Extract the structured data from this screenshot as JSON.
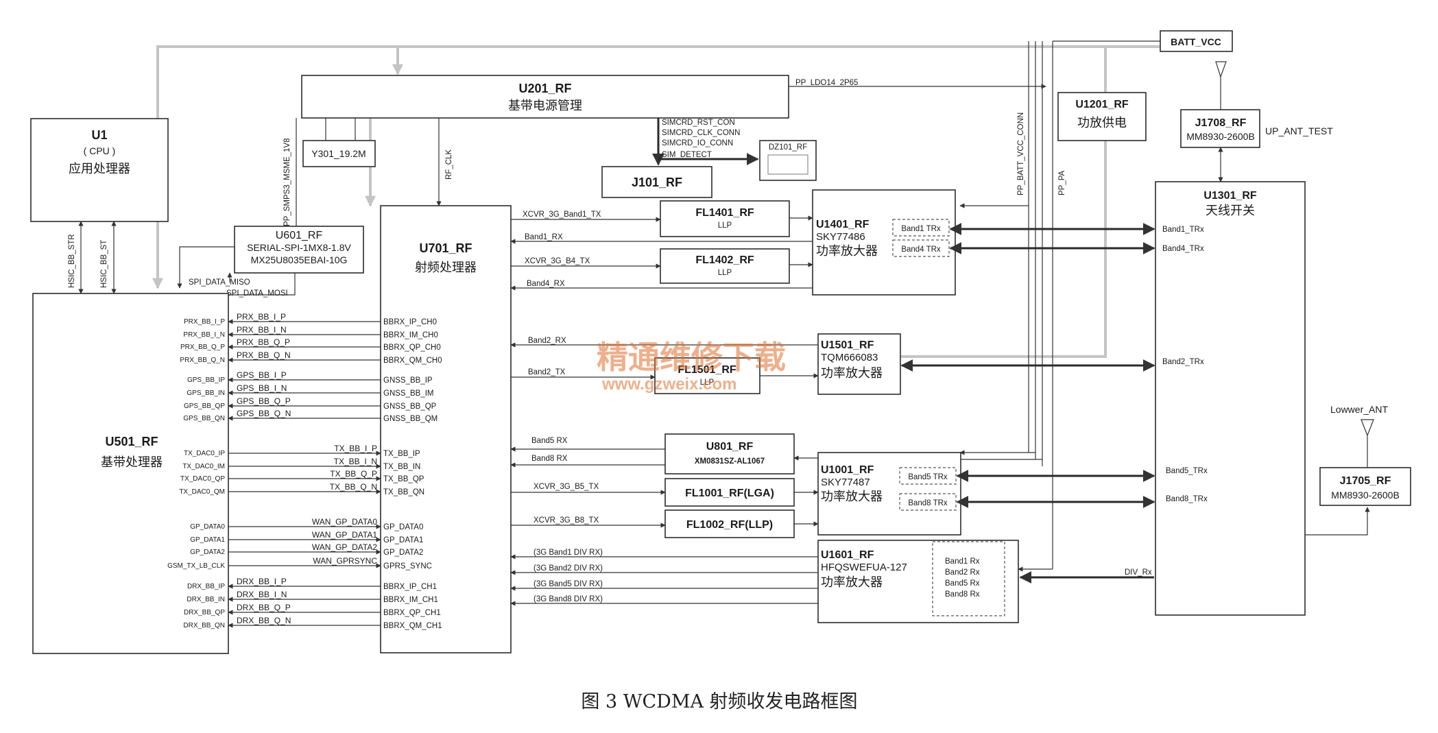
{
  "caption": "图 3   WCDMA 射频收发电路框图",
  "watermark": {
    "cn": "精通维修下载",
    "url": "www.gzweix.com"
  },
  "colors": {
    "line": "#333333",
    "power_rail": "#c4c4c4",
    "watermark": "#e07030"
  },
  "blocks": {
    "u1": {
      "id": "U1",
      "sub": "( CPU )",
      "desc": "应用处理器"
    },
    "u201": {
      "id": "U201_RF",
      "desc": "基带电源管理"
    },
    "y301": {
      "id": "Y301_19.2M"
    },
    "j101": {
      "id": "J101_RF"
    },
    "dz101": {
      "id": "DZ101_RF"
    },
    "u601": {
      "id": "U601_RF",
      "line1": "SERIAL-SPI-1MX8-1.8V",
      "line2": "MX25U8035EBAI-10G"
    },
    "u701": {
      "id": "U701_RF",
      "desc": "射频处理器"
    },
    "u501": {
      "id": "U501_RF",
      "desc": "基带处理器"
    },
    "fl1401": {
      "id": "FL1401_RF",
      "sub": "LLP"
    },
    "fl1402": {
      "id": "FL1402_RF",
      "sub": "LLP"
    },
    "u1401": {
      "id": "U1401_RF",
      "part": "SKY77486",
      "desc": "功率放大器",
      "trx": [
        "Band1 TRx",
        "Band4 TRx"
      ]
    },
    "u1501": {
      "id": "U1501_RF",
      "part": "TQM666083",
      "desc": "功率放大器"
    },
    "fl1501": {
      "id": "FL1501_RF",
      "sub": "LLP"
    },
    "u801": {
      "id": "U801_RF",
      "part": "XM0831SZ-AL1067"
    },
    "fl1001": {
      "id": "FL1001_RF(LGA)"
    },
    "fl1002": {
      "id": "FL1002_RF(LLP)"
    },
    "u1001": {
      "id": "U1001_RF",
      "part": "SKY77487",
      "desc": "功率放大器",
      "trx": [
        "Band5 TRx",
        "Band8 TRx"
      ]
    },
    "u1601": {
      "id": "U1601_RF",
      "part": "HFQSWEFUA-127",
      "desc": "功率放大器",
      "rx": [
        "Band1 Rx",
        "Band2 Rx",
        "Band5 Rx",
        "Band8 Rx"
      ]
    },
    "u1201": {
      "id": "U1201_RF",
      "desc": "功放供电"
    },
    "batt": {
      "id": "BATT_VCC"
    },
    "j1708": {
      "id": "J1708_RF",
      "part": "MM8930-2600B"
    },
    "u1301": {
      "id": "U1301_RF",
      "desc": "天线开关"
    },
    "j1705": {
      "id": "J1705_RF",
      "part": "MM8930-2600B"
    }
  },
  "labels": {
    "pp_ldo14": "PP_LDO14_2P65",
    "pp_batt_vcc_conn": "PP_BATT_VCC_CONN",
    "pp_pa": "PP_PA",
    "up_ant_test": "UP_ANT_TEST",
    "lowwer_ant": "Lowwer_ANT",
    "hsic_strb": "HSIC_BB_STR",
    "hsic_st": "HSIC_BB_ST",
    "pp_smps3": "PP_SMPS3_MSME_1V8",
    "rf_clk": "RF_CLK",
    "sim": [
      "SIMCRD_RST_CON",
      "SIMCRD_CLK_CONN",
      "SIMCRD_IO_CONN",
      "SIM_DETECT"
    ],
    "spi_miso": "SPI_DATA_MISO",
    "spi_mosi": "SPI_DATA_MOSI",
    "xcvr_b1_tx": "XCVR_3G_Band1_TX",
    "band1_rx": "Band1_RX",
    "xcvr_b4_tx": "XCVR_3G_B4_TX",
    "band4_rx": "Band4_RX",
    "band2_rx": "Band2_RX",
    "band2_tx": "Band2_TX",
    "band5_rx": "Band5 RX",
    "band8_rx": "Band8 RX",
    "xcvr_b5_tx": "XCVR_3G_B5_TX",
    "xcvr_b8_tx": "XCVR_3G_B8_TX",
    "div": [
      "(3G Band1 DIV RX)",
      "(3G Band2 DIV RX)",
      "(3G Band5 DIV RX)",
      "(3G Band8 DIV RX)"
    ],
    "div_rx": "DIV_Rx",
    "ant_ports": [
      "Band1_TRx",
      "Band4_TRx",
      "Band2_TRx",
      "Band5_TRx",
      "Band8_TRx"
    ]
  },
  "bb_pins": [
    "PRX_BB_I_P",
    "PRX_BB_I_N",
    "PRX_BB_Q_P",
    "PRX_BB_Q_N",
    "GPS_BB_IP",
    "GPS_BB_IN",
    "GPS_BB_QP",
    "GPS_BB_QN",
    "TX_DAC0_IP",
    "TX_DAC0_IM",
    "TX_DAC0_QP",
    "TX_DAC0_QM",
    "GP_DATA0",
    "GP_DATA1",
    "GP_DATA2",
    "GSM_TX_LB_CLK",
    "DRX_BB_IP",
    "DRX_BB_IN",
    "DRX_BB_QP",
    "DRX_BB_QN"
  ],
  "mid_sigs": [
    "PRX_BB_I_P",
    "PRX_BB_I_N",
    "PRX_BB_Q_P",
    "PRX_BB_Q_N",
    "GPS_BB_I_P",
    "GPS_BB_I_N",
    "GPS_BB_Q_P",
    "GPS_BB_Q_N",
    "TX_BB_I_P",
    "TX_BB_I_N",
    "TX_BB_Q_P",
    "TX_BB_Q_N",
    "WAN_GP_DATA0",
    "WAN_GP_DATA1",
    "WAN_GP_DATA2",
    "WAN_GPRSYNC",
    "DRX_BB_I_P",
    "DRX_BB_I_N",
    "DRX_BB_Q_P",
    "DRX_BB_Q_N"
  ],
  "rf_pins": [
    "BBRX_IP_CH0",
    "BBRX_IM_CH0",
    "BBRX_QP_CH0",
    "BBRX_QM_CH0",
    "GNSS_BB_IP",
    "GNSS_BB_IM",
    "GNSS_BB_QP",
    "GNSS_BB_QM",
    "TX_BB_IP",
    "TX_BB_IN",
    "TX_BB_QP",
    "TX_BB_QN",
    "GP_DATA0",
    "GP_DATA1",
    "GP_DATA2",
    "GPRS_SYNC",
    "BBRX_IP_CH1",
    "BBRX_IM_CH1",
    "BBRX_QP_CH1",
    "BBRX_QM_CH1"
  ]
}
